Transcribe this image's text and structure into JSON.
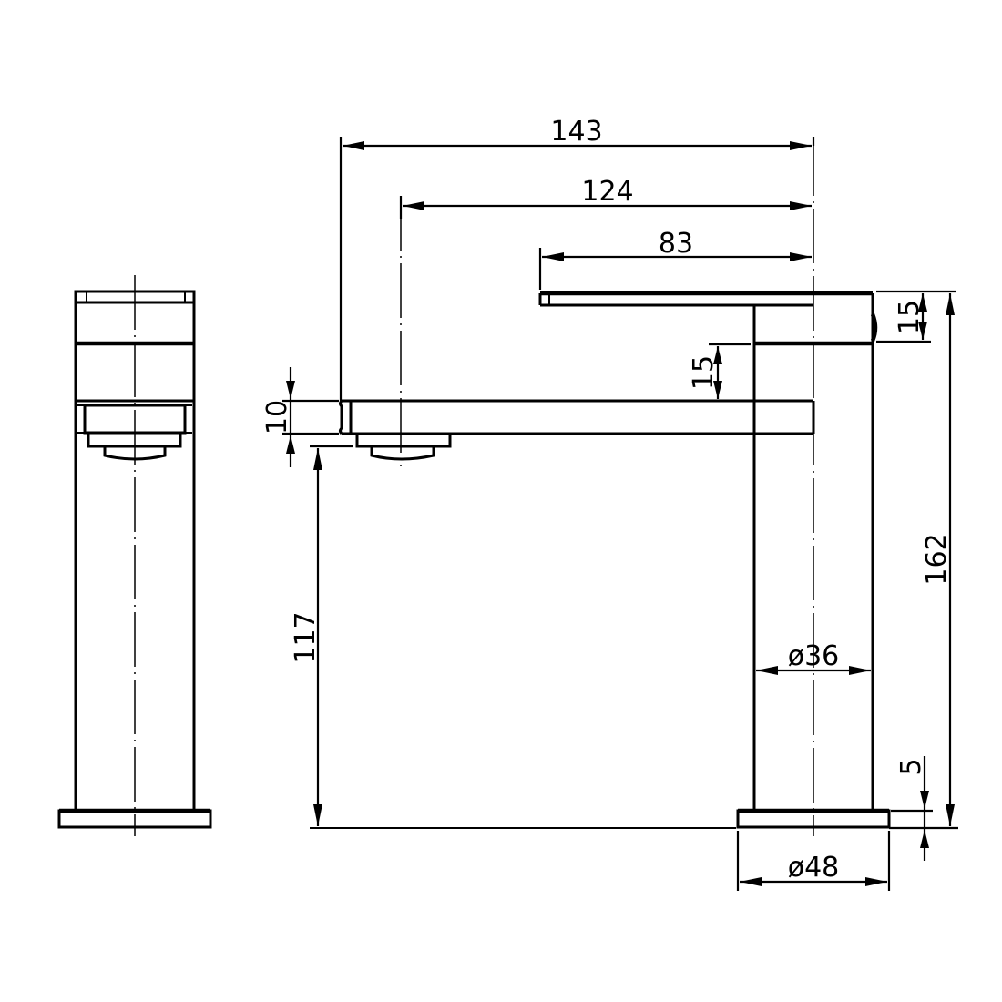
{
  "drawing": {
    "title": "Basin mixer tap technical drawing",
    "views": [
      "side-view",
      "front-view"
    ],
    "units": "mm"
  },
  "dimensions": {
    "overall_reach": "143",
    "spout_reach": "124",
    "lever_length": "83",
    "lever_height": "15",
    "spout_to_lever_gap": "15",
    "spout_thickness": "10",
    "spout_clearance": "117",
    "overall_height": "162",
    "body_diameter": "ø36",
    "base_diameter": "ø48",
    "base_height": "5"
  },
  "colors": {
    "line": "#000000",
    "background": "#ffffff"
  }
}
